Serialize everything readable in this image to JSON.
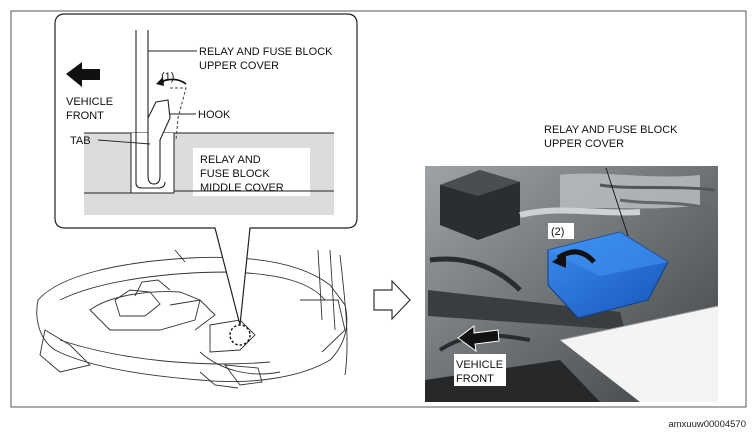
{
  "callout": {
    "upper_cover_line1": "RELAY AND FUSE BLOCK",
    "upper_cover_line2": "UPPER COVER",
    "step1": "(1)",
    "vehicle_line1": "VEHICLE",
    "vehicle_line2": "FRONT",
    "hook": "HOOK",
    "tab": "TAB",
    "middle_cover_line1": "RELAY AND",
    "middle_cover_line2": "FUSE BLOCK",
    "middle_cover_line3": "MIDDLE COVER"
  },
  "photo": {
    "upper_cover_line1": "RELAY AND FUSE BLOCK",
    "upper_cover_line2": "UPPER COVER",
    "step2": "(2)",
    "vehicle_line1": "VEHICLE",
    "vehicle_line2": "FRONT"
  },
  "figure_code": "amxuuw00004570",
  "colors": {
    "cover_blue": "#1f6fd6",
    "panel_gray": "#dcdcdc"
  }
}
